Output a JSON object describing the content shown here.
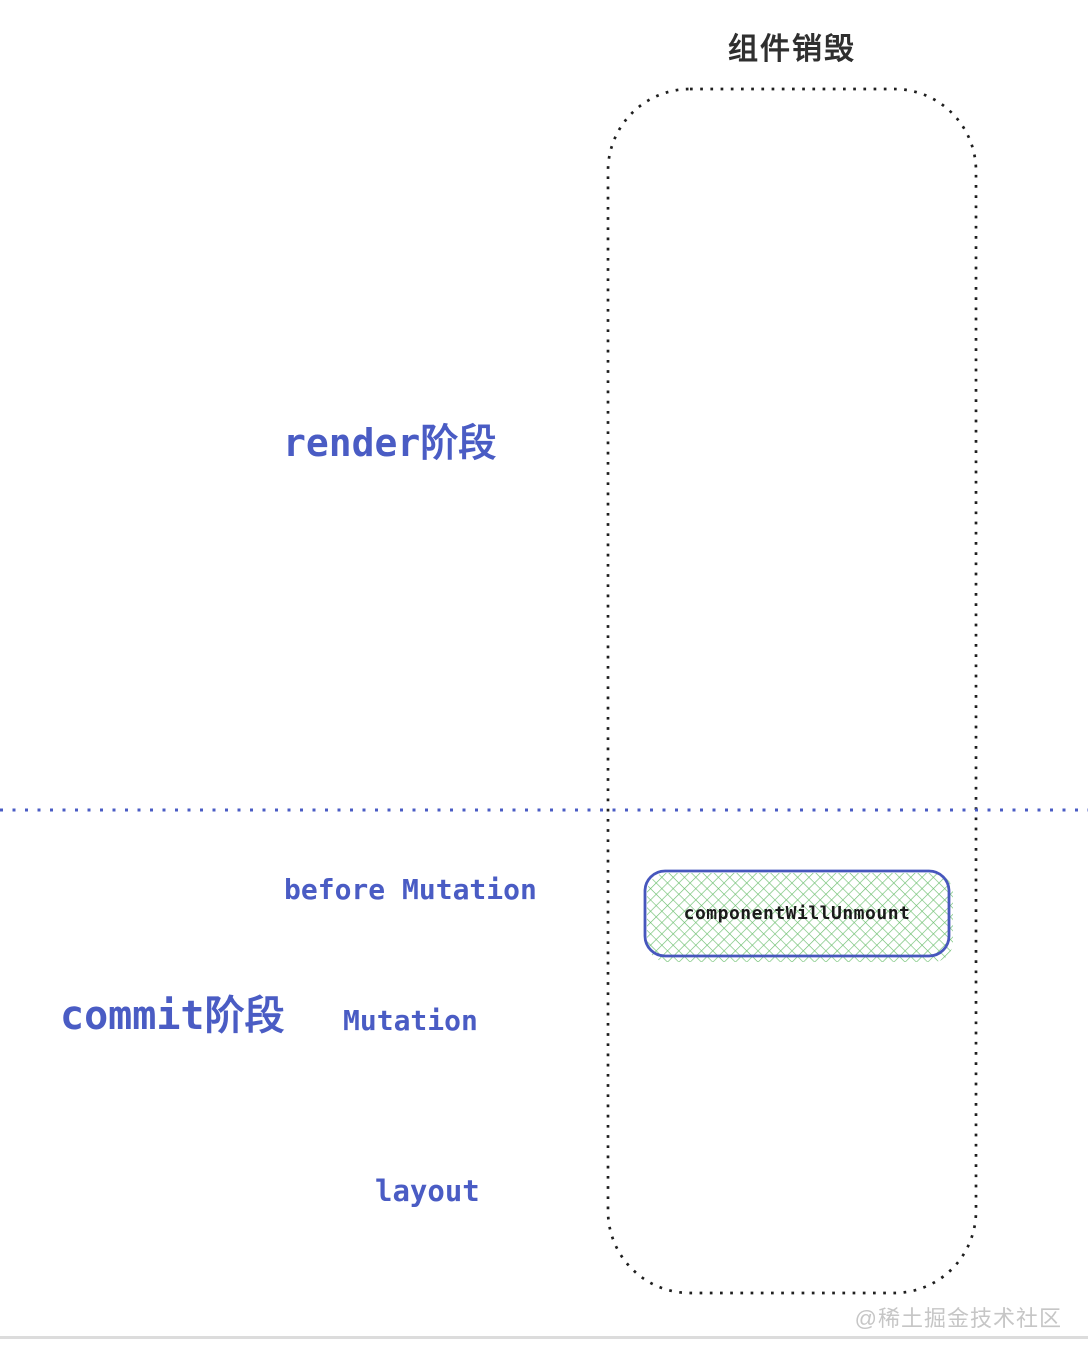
{
  "title": "组件销毁",
  "phases": {
    "render_label": "render阶段",
    "commit_label": "commit阶段",
    "sub_before_mutation": "before Mutation",
    "sub_mutation": "Mutation",
    "sub_layout": "layout"
  },
  "lifecycle_box": {
    "label": "componentWillUnmount"
  },
  "watermark": "@稀土掘金技术社区",
  "colors": {
    "accent_blue": "#4a5cc4",
    "node_border_blue": "#4757bd",
    "hatch_green": "#6dbf70",
    "container_dot_black": "#1f1f1f",
    "title_color": "#2f2f2f",
    "watermark_gray": "#c6c6c6",
    "divider_gray": "#dcdcdc"
  }
}
